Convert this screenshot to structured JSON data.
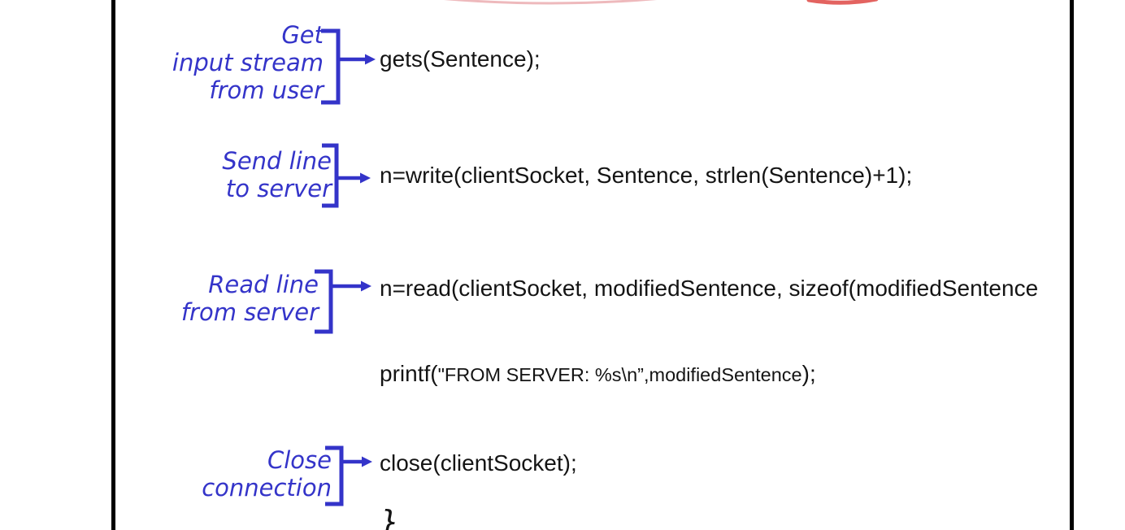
{
  "slide_kind": "socket-programming code slide fragment",
  "colors": {
    "annotation_blue": "#3434c9",
    "code_text": "#141414",
    "border_line": "#000000",
    "ellipse_red": "#e0524f",
    "background": "#ffffff"
  },
  "annotations": [
    {
      "label_lines": [
        "Get",
        "input stream",
        "from user"
      ],
      "code": "gets(Sentence);"
    },
    {
      "label_lines": [
        "Send line",
        "to server"
      ],
      "code": "n=write(clientSocket, Sentence, strlen(Sentence)+1);"
    },
    {
      "label_lines": [
        "Read line",
        "from server"
      ],
      "code": "n=read(clientSocket, modifiedSentence, sizeof(modifiedSentence"
    },
    {
      "label_lines": [
        "Close",
        "connection"
      ],
      "code": "close(clientSocket);"
    }
  ],
  "printf_line": {
    "prefix": "printf(",
    "quoted": "\"FROM SERVER: %s\\n”,modifiedSentence",
    "suffix": ");"
  },
  "closing_brace": "}"
}
